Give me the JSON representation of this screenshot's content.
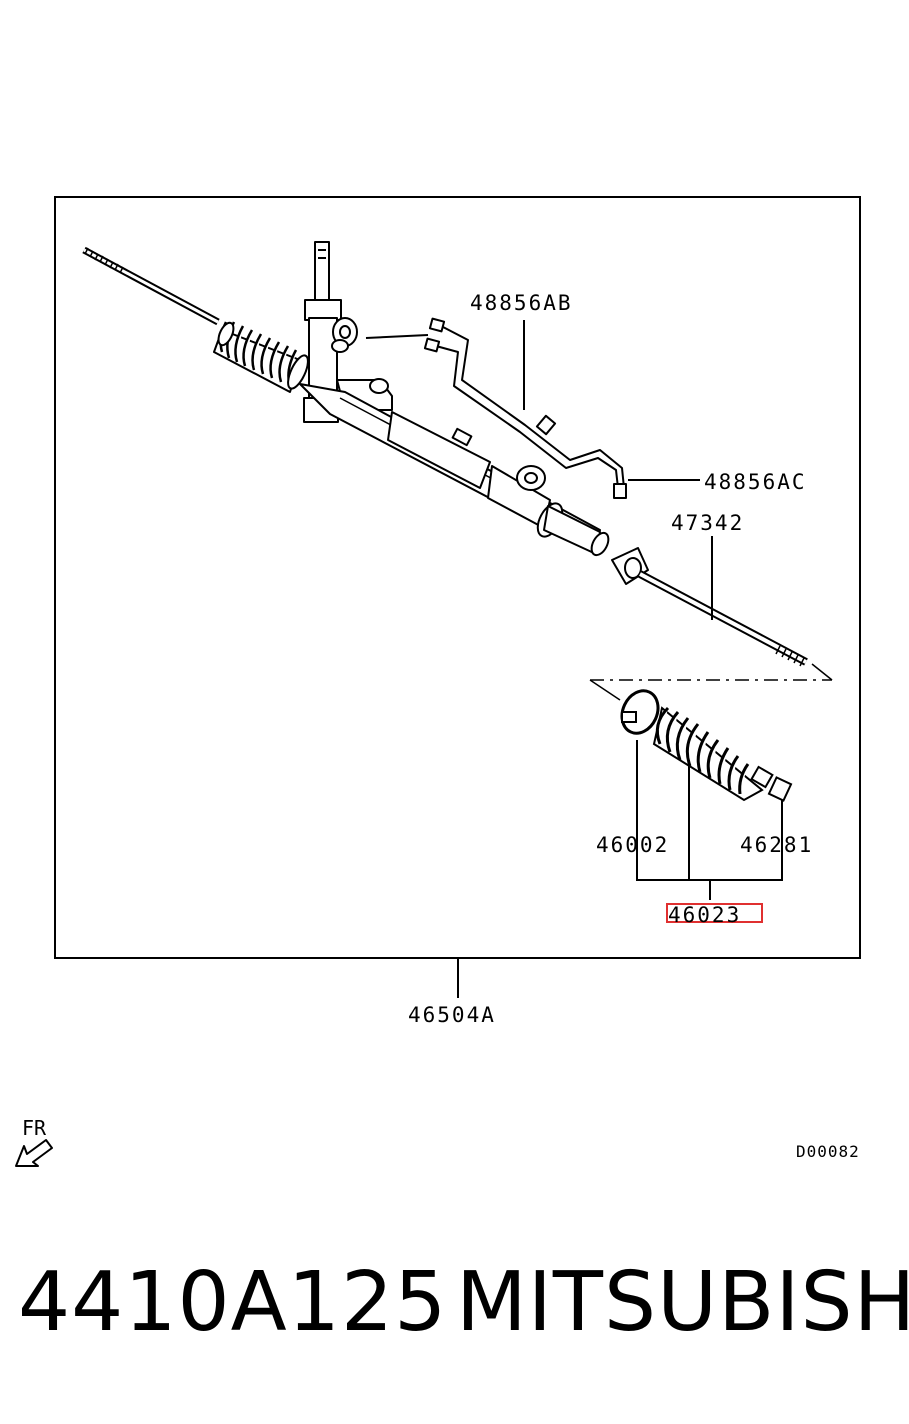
{
  "callouts": {
    "hose_upper": "48856AB",
    "hose_lower": "48856AC",
    "tie_rod": "47342",
    "band": "46002",
    "clip": "46281",
    "boot_kit": "46023",
    "assembly": "46504A"
  },
  "orientation": {
    "label": "FR"
  },
  "diagram_code": "D00082",
  "footer": {
    "part_number": "4410A125",
    "brand": "MITSUBISHI"
  },
  "colors": {
    "highlight": "#e03030",
    "line": "#000000"
  }
}
